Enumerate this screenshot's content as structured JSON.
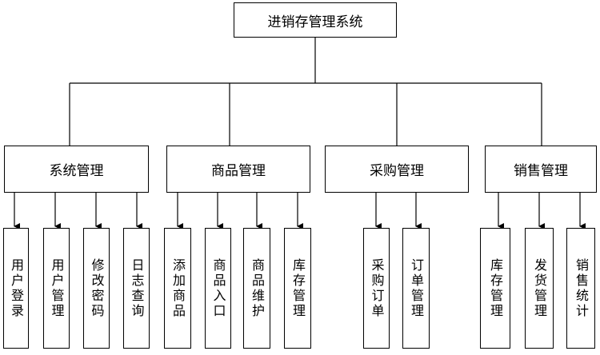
{
  "root": {
    "label": "进销存管理系统"
  },
  "categories": [
    {
      "label": "系统管理",
      "children": [
        {
          "label": "用户登录"
        },
        {
          "label": "用户管理"
        },
        {
          "label": "修改密码"
        },
        {
          "label": "日志查询"
        }
      ]
    },
    {
      "label": "商品管理",
      "children": [
        {
          "label": "添加商品"
        },
        {
          "label": "商品入口"
        },
        {
          "label": "商品维护"
        },
        {
          "label": "库存管理"
        }
      ]
    },
    {
      "label": "采购管理",
      "children": [
        {
          "label": "采购订单"
        },
        {
          "label": "订单管理"
        }
      ]
    },
    {
      "label": "销售管理",
      "children": [
        {
          "label": "库存管理"
        },
        {
          "label": "发货管理"
        },
        {
          "label": "销售统计"
        }
      ]
    }
  ]
}
